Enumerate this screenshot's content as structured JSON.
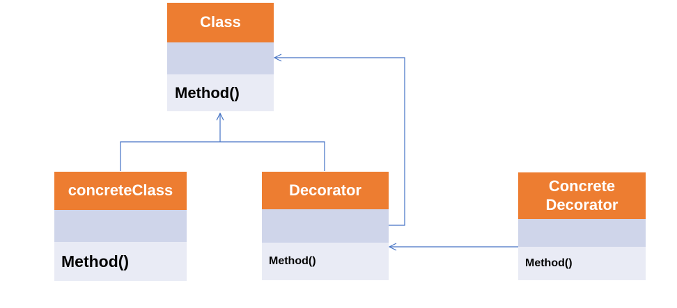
{
  "diagram": {
    "line_color": "#4472C4",
    "header_color": "#ED7D31",
    "attribute_color": "#CFD5EA",
    "method_color": "#E9EBF5",
    "classes": {
      "class": {
        "name": "Class",
        "method": "Method()"
      },
      "concrete_class": {
        "name": "concreteClass",
        "method": "Method()"
      },
      "decorator": {
        "name": "Decorator",
        "method": "Method()"
      },
      "concrete_decorator": {
        "name_line1": "Concrete",
        "name_line2": "Decorator",
        "method": "Method()"
      }
    }
  }
}
